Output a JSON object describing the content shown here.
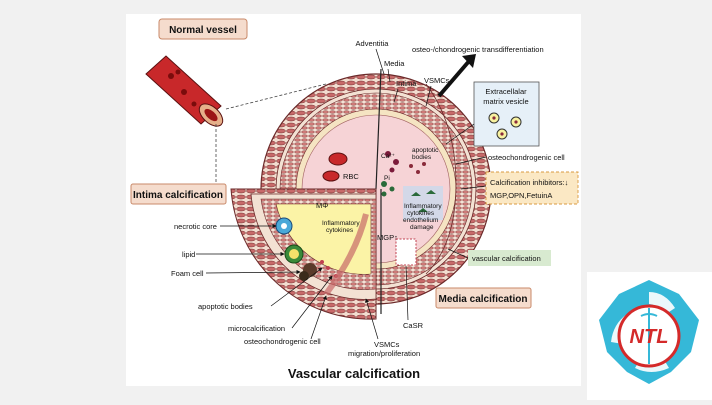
{
  "diagram": {
    "title": "Vascular calcification",
    "normal_vessel": "Normal vessel",
    "intima_calcification": "Intima calcification",
    "media_calcification": "Media calcification",
    "layers": {
      "adventitia": "Adventitia",
      "media": "Media",
      "intima": "Intima"
    },
    "top_right": {
      "vsmcs": "VSMCs",
      "transdiff": "osteo-/chondrogenic transdifferentiation",
      "ecm_vesicle_line1": "Extracellalar",
      "ecm_vesicle_line2": "matrix vesicle",
      "osteochondrogenic_cell": "osteochondrogenic cell",
      "inhibitors_line1": "Calcification inhibitors:↓",
      "inhibitors_line2": "MGP,OPN,FetuinA",
      "vascular_calcification": "vascular calcification"
    },
    "center": {
      "rbc": "RBC",
      "ca": "Ca²⁺",
      "pi": "Pi",
      "apoptotic_bodies_1": "apoptotic",
      "apoptotic_bodies_2": "bodies",
      "inflam_1": "Inflammatory",
      "inflam_2": "cytokines",
      "inflam_3": "endothelium",
      "inflam_4": "damage",
      "mgp": "MGP↑",
      "casr": "CaSR"
    },
    "intima_panel": {
      "macrophage": "MΦ",
      "inflam_1": "Inflammatory",
      "inflam_2": "cytokines",
      "necrotic_core": "necrotic core",
      "lipid": "lipid",
      "foam_cell": "Foam cell",
      "apoptotic_bodies": "apoptotic bodies",
      "microcalcification": "microcalcification",
      "osteochondrogenic_cell": "osteochondrogenic cell",
      "vsmcs_1": "VSMCs",
      "vsmcs_2": "migration/proliferation"
    }
  },
  "logo": {
    "text": "NTL"
  },
  "colors": {
    "vessel_wall": "#c86a6a",
    "intima_tan": "#f2d4a8",
    "lumen_pink": "#f6d3d6",
    "plaque_yellow": "#fbf3a6",
    "box_fill": "#f5dccd",
    "inhibitor_fill": "#fbe8c4",
    "ecm_fill": "#e6f0f8",
    "vc_fill": "#d8ead0",
    "logo_blue": "#35b8d8",
    "logo_red": "#d42a2a"
  }
}
